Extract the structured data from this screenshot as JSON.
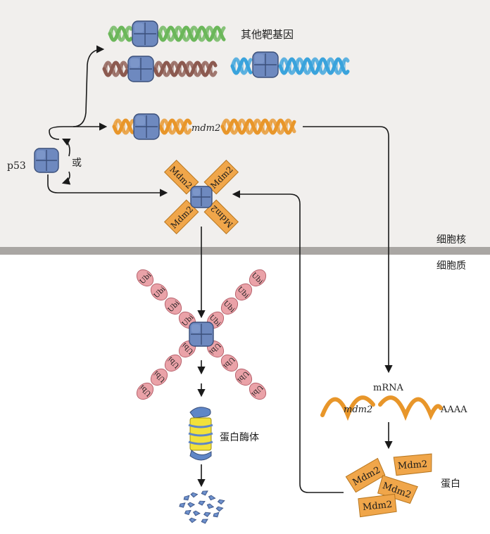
{
  "labels": {
    "other_target_genes": "其他靶基因",
    "p53": "p53",
    "or": "或",
    "mdm2_gene": "mdm2",
    "nucleus": "细胞核",
    "cytoplasm": "细胞质",
    "proteasome": "蛋白酶体",
    "mrna": "mRNA",
    "mdm2_mrna": "mdm2",
    "polyA": "AAAA",
    "protein": "蛋白",
    "mdm2_protein": "Mdm2",
    "ubiquitin": "Ubi"
  },
  "colors": {
    "nucleus_bg": "#f1efed",
    "cytoplasm_bg": "#ffffff",
    "membrane": "#a9a6a3",
    "p53_fill": "#6e89bf",
    "p53_stroke": "#3a4f7a",
    "mdm2_fill": "#f0a64a",
    "mdm2_stroke": "#b7761f",
    "ubi_fill": "#eaa2a8",
    "ubi_stroke": "#b8646e",
    "dna_green": "#6bb75a",
    "dna_brown": "#8c5a50",
    "dna_blue": "#3aa3dc",
    "dna_orange": "#e8962a",
    "proteasome_yellow": "#f2e13a",
    "proteasome_blue": "#5f86c7",
    "arrow": "#1a1a1a"
  }
}
